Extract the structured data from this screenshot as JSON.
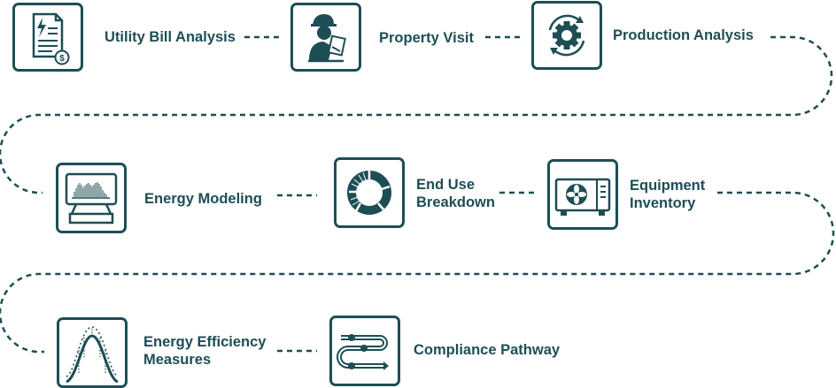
{
  "colors": {
    "primary": "#1d4e55",
    "background": "#ffffff"
  },
  "steps": [
    {
      "label": "Utility Bill Analysis",
      "icon": "utility-bill-icon"
    },
    {
      "label": "Property Visit",
      "icon": "inspector-icon"
    },
    {
      "label": "Production Analysis",
      "icon": "gear-cycle-icon"
    },
    {
      "label": "Energy Modeling",
      "icon": "monitor-chart-icon"
    },
    {
      "label": "End Use Breakdown",
      "icon": "donut-chart-icon"
    },
    {
      "label": "Equipment Inventory",
      "icon": "hvac-unit-icon"
    },
    {
      "label": "Energy Efficiency Measures",
      "icon": "wave-curve-icon"
    },
    {
      "label": "Compliance Pathway",
      "icon": "pathway-icon"
    }
  ]
}
